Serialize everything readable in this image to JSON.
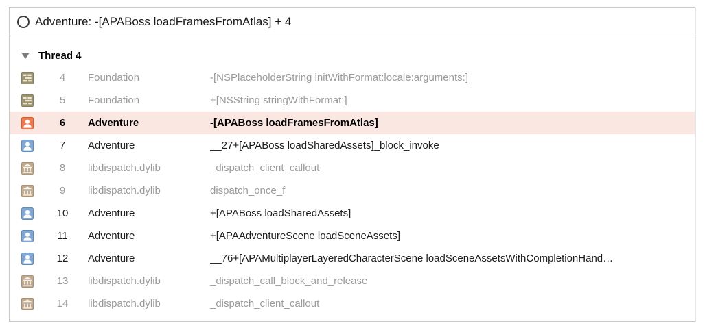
{
  "header": {
    "status_icon": "circle-outline-icon",
    "title": "Adventure: -[APABoss loadFramesFromAtlas] + 4"
  },
  "thread": {
    "label": "Thread 4",
    "disclosure_state": "expanded",
    "frames": [
      {
        "number": "4",
        "icon": "foundation-framework-icon",
        "library": "Foundation",
        "function": "-[NSPlaceholderString initWithFormat:locale:arguments:]",
        "dimmed": true,
        "selected": false
      },
      {
        "number": "5",
        "icon": "foundation-framework-icon",
        "library": "Foundation",
        "function": "+[NSString stringWithFormat:]",
        "dimmed": true,
        "selected": false
      },
      {
        "number": "6",
        "icon": "selected-user-frame-icon",
        "library": "Adventure",
        "function": "-[APABoss loadFramesFromAtlas]",
        "dimmed": false,
        "selected": true
      },
      {
        "number": "7",
        "icon": "user-frame-icon",
        "library": "Adventure",
        "function": "__27+[APABoss loadSharedAssets]_block_invoke",
        "dimmed": false,
        "selected": false
      },
      {
        "number": "8",
        "icon": "system-library-icon",
        "library": "libdispatch.dylib",
        "function": "_dispatch_client_callout",
        "dimmed": true,
        "selected": false
      },
      {
        "number": "9",
        "icon": "system-library-icon",
        "library": "libdispatch.dylib",
        "function": "dispatch_once_f",
        "dimmed": true,
        "selected": false
      },
      {
        "number": "10",
        "icon": "user-frame-icon",
        "library": "Adventure",
        "function": "+[APABoss loadSharedAssets]",
        "dimmed": false,
        "selected": false
      },
      {
        "number": "11",
        "icon": "user-frame-icon",
        "library": "Adventure",
        "function": "+[APAAdventureScene loadSceneAssets]",
        "dimmed": false,
        "selected": false
      },
      {
        "number": "12",
        "icon": "user-frame-icon",
        "library": "Adventure",
        "function": "__76+[APAMultiplayerLayeredCharacterScene loadSceneAssetsWithCompletionHand…",
        "dimmed": false,
        "selected": false
      },
      {
        "number": "13",
        "icon": "system-library-icon",
        "library": "libdispatch.dylib",
        "function": "_dispatch_call_block_and_release",
        "dimmed": true,
        "selected": false
      },
      {
        "number": "14",
        "icon": "system-library-icon",
        "library": "libdispatch.dylib",
        "function": "_dispatch_client_callout",
        "dimmed": true,
        "selected": false
      }
    ]
  },
  "colors": {
    "selected_row_background": "#fae7e1",
    "dimmed_text": "#9b9b9b",
    "user_frame_icon_blue": "#7ca2d3",
    "selected_frame_icon_orange": "#ec6a3c",
    "foundation_icon_khaki": "#9c9372",
    "system_library_icon_tan": "#c1aa8e",
    "panel_border": "#c9c9c9"
  }
}
